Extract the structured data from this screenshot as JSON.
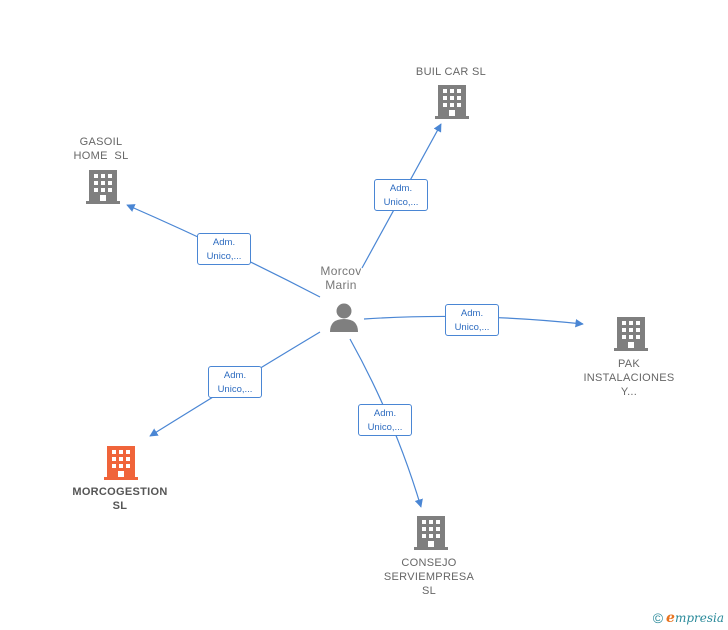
{
  "colors": {
    "edge": "#4a86d4",
    "company_icon": "#7f7f7f",
    "highlight_icon": "#f0643a",
    "person_icon": "#7f7f7f"
  },
  "person": {
    "line1": "Morcov",
    "line2": "Marin",
    "icon": "person-icon"
  },
  "companies": [
    {
      "id": "buil",
      "lines": [
        "BUIL CAR SL"
      ],
      "icon": "building-icon"
    },
    {
      "id": "gasoil",
      "lines": [
        "GASOIL",
        "HOME  SL"
      ],
      "icon": "building-icon"
    },
    {
      "id": "pak",
      "lines": [
        "PAK",
        "INSTALACIONES",
        "Y..."
      ],
      "icon": "building-icon"
    },
    {
      "id": "morco",
      "lines": [
        "MORCOGESTION",
        "SL"
      ],
      "icon": "building-icon",
      "highlight": true
    },
    {
      "id": "consejo",
      "lines": [
        "CONSEJO",
        "SERVIEMPRESA",
        "SL"
      ],
      "icon": "building-icon"
    }
  ],
  "relations": [
    {
      "target": "buil",
      "line1": "Adm.",
      "line2": "Unico,..."
    },
    {
      "target": "gasoil",
      "line1": "Adm.",
      "line2": "Unico,..."
    },
    {
      "target": "pak",
      "line1": "Adm.",
      "line2": "Unico,..."
    },
    {
      "target": "morco",
      "line1": "Adm.",
      "line2": "Unico,..."
    },
    {
      "target": "consejo",
      "line1": "Adm.",
      "line2": "Unico,..."
    }
  ],
  "footer": {
    "copyright": "©",
    "brand_initial": "e",
    "brand_rest": "mpresia"
  }
}
